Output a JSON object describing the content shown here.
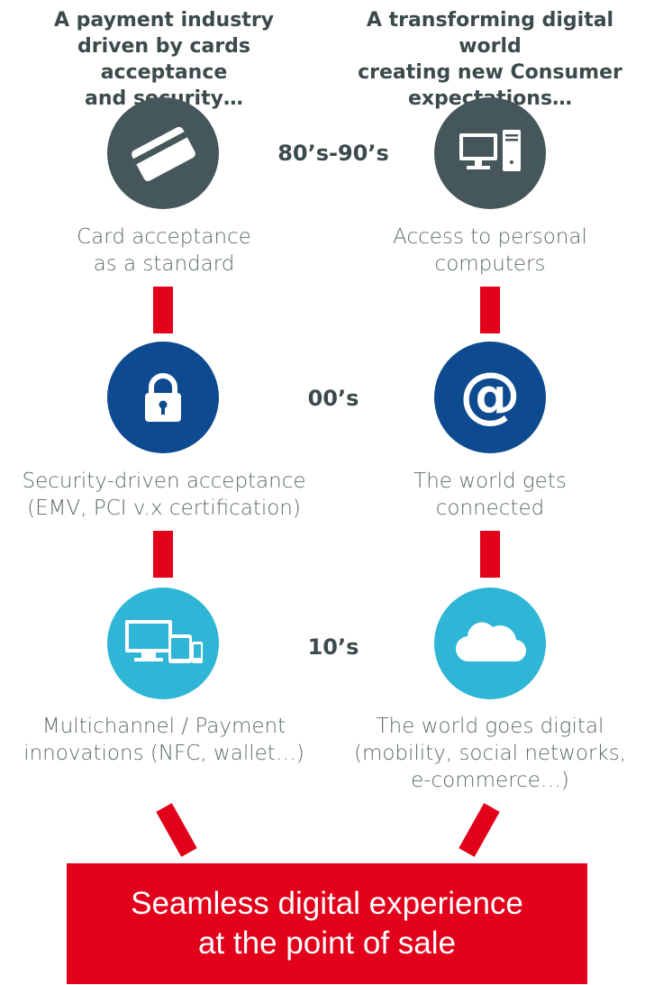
{
  "headers": {
    "left": "A payment industry\ndriven by cards acceptance\nand security…",
    "right": "A transforming digital world\ncreating new Consumer\nexpectations…"
  },
  "eras": [
    "80’s-90’s",
    "00’s",
    "10’s"
  ],
  "left_column": [
    {
      "label": "Card acceptance\nas a standard",
      "icon": "credit-card-icon",
      "color": "#45575a"
    },
    {
      "label": "Security-driven acceptance\n(EMV, PCI v.x certification)",
      "icon": "padlock-icon",
      "color": "#0e4a8f"
    },
    {
      "label": "Multichannel / Payment\ninnovations (NFC, wallet…)",
      "icon": "multi-device-icon",
      "color": "#2fb5d6"
    }
  ],
  "right_column": [
    {
      "label": "Access to personal\ncomputers",
      "icon": "desktop-computer-icon",
      "color": "#45575a"
    },
    {
      "label": "The world gets\nconnected",
      "icon": "at-sign-icon",
      "color": "#0e4a8f"
    },
    {
      "label": "The world goes digital\n(mobility, social networks,\ne-commerce…)",
      "icon": "cloud-icon",
      "color": "#2fb5d6"
    }
  ],
  "result": {
    "line1": "Seamless digital experience",
    "line2": "at the point of sale",
    "color": "#e2001a"
  },
  "connector_color": "#e2001a"
}
